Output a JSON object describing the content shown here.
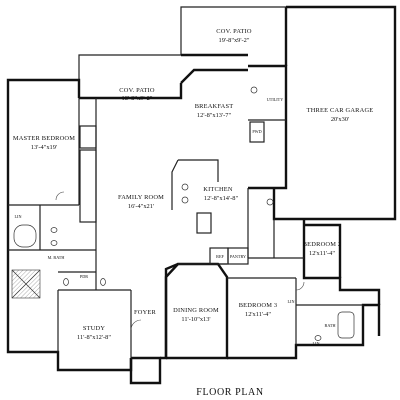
{
  "title": "FLOOR PLAN",
  "rooms": {
    "cov_patio_1": {
      "name": "COV. PATIO",
      "dims": "19'-8\"x9'-2\""
    },
    "cov_patio_2": {
      "name": "COV. PATIO",
      "dims": "18'-8\"x9'-2\""
    },
    "breakfast": {
      "name": "BREAKFAST",
      "dims": "12'-8\"x13'-7\""
    },
    "garage": {
      "name": "THREE CAR GARAGE",
      "dims": "20'x30'"
    },
    "utility": {
      "name": "UTILITY"
    },
    "master_bedroom": {
      "name": "MASTER BEDROOM",
      "dims": "13'-4\"x19'"
    },
    "family_room": {
      "name": "FAMILY ROOM",
      "dims": "16'-4\"x21'"
    },
    "kitchen": {
      "name": "KITCHEN",
      "dims": "12'-8\"x14'-8\""
    },
    "bedroom2": {
      "name": "BEDROOM 2",
      "dims": "12'x11'-4\""
    },
    "bedroom3": {
      "name": "BEDROOM 3",
      "dims": "12'x11'-4\""
    },
    "m_bath": {
      "name": "M. BATH"
    },
    "study": {
      "name": "STUDY",
      "dims": "11'-8\"x12'-8\""
    },
    "foyer": {
      "name": "FOYER"
    },
    "dining_room": {
      "name": "DINING ROOM",
      "dims": "11'-10\"x13'"
    },
    "bath": {
      "name": "BATH"
    }
  },
  "small_labels": {
    "pwdr": "PDR",
    "pantry": "PANTRY",
    "ref": "REF",
    "lin1": "LIN",
    "lin2": "LIN",
    "lin3": "LIN",
    "pwd": "PWD"
  }
}
